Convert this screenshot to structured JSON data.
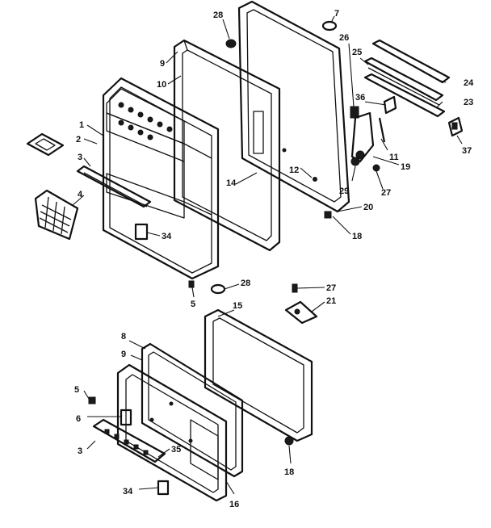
{
  "callouts": {
    "c1": "1",
    "c2": "2",
    "c3a": "3",
    "c4": "4",
    "c5a": "5",
    "c7": "7",
    "c9a": "9",
    "c10": "10",
    "c11": "11",
    "c12": "12",
    "c14": "14",
    "c18a": "18",
    "c19": "19",
    "c20": "20",
    "c23": "23",
    "c24": "24",
    "c25": "25",
    "c26": "26",
    "c27a": "27",
    "c28a": "28",
    "c29": "29",
    "c34a": "34",
    "c36": "36",
    "c37": "37",
    "c28b": "28",
    "c27b": "27",
    "c21": "21",
    "c15": "15",
    "c8": "8",
    "c9b": "9",
    "c5b": "5",
    "c6": "6",
    "c3b": "3",
    "c35": "35",
    "c34b": "34",
    "c16": "16",
    "c18b": "18"
  }
}
